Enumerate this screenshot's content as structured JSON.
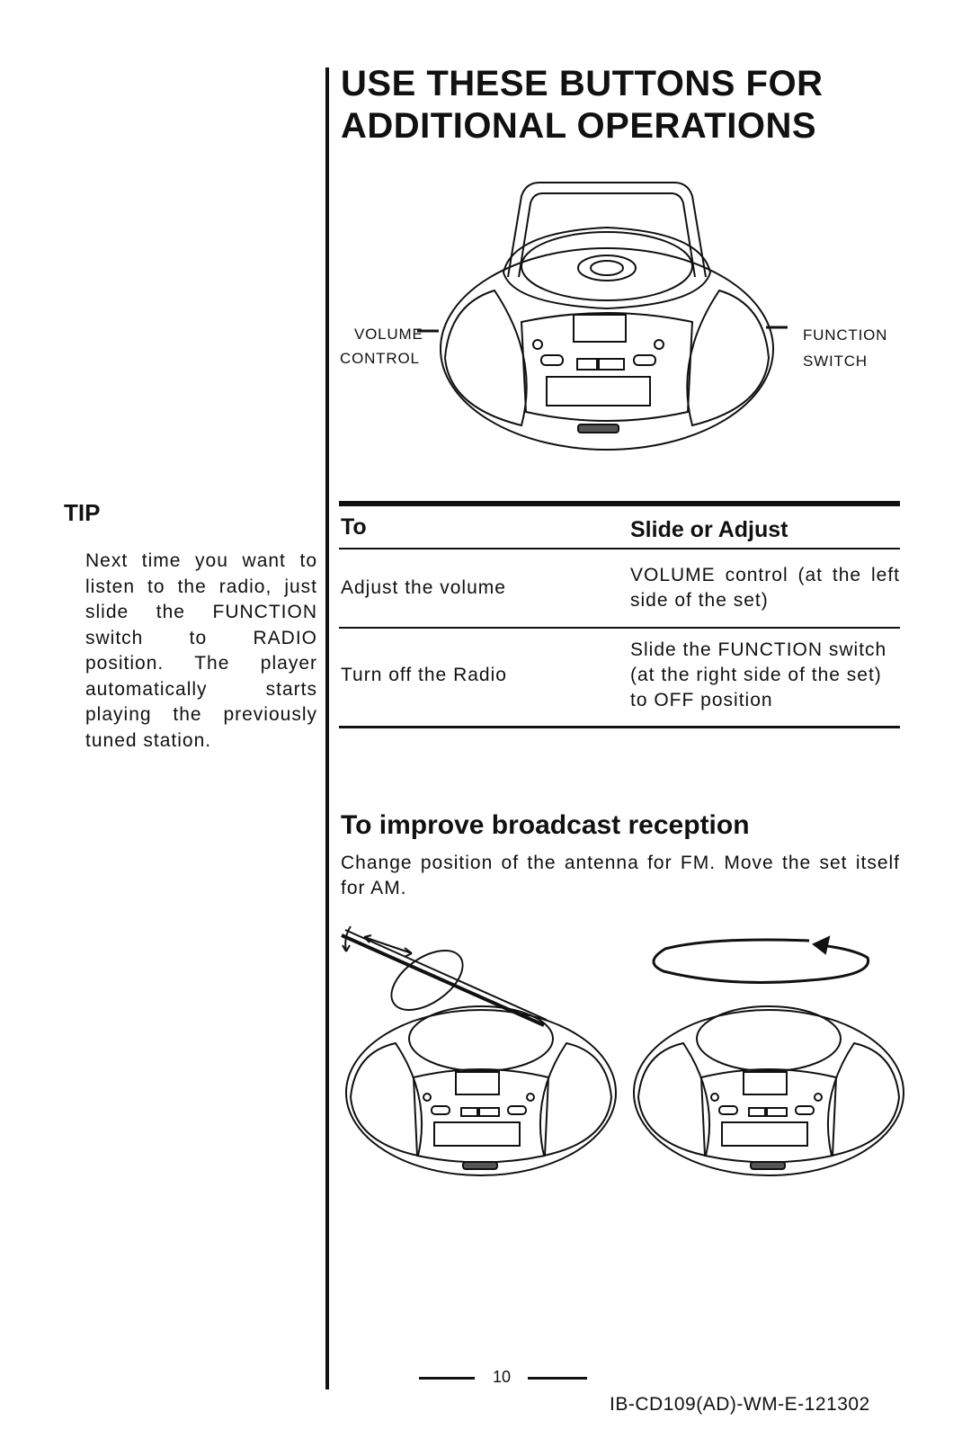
{
  "header": {
    "title_line1": "USE THESE BUTTONS FOR",
    "title_line2": "ADDITIONAL OPERATIONS"
  },
  "diagram": {
    "left_label_line1": "VOLUME",
    "left_label_line2": "CONTROL",
    "right_label_line1": "FUNCTION",
    "right_label_line2": "SWITCH"
  },
  "tip": {
    "heading": "TIP",
    "text": "Next time you want to listen to the radio, just slide the FUNCTION switch to RADIO position. The player automatically starts playing the previously tuned station."
  },
  "table": {
    "col1_header": "To",
    "col2_header": "Slide or Adjust",
    "rows": [
      {
        "to": "Adjust the volume",
        "action": "VOLUME control (at the left side of the set)"
      },
      {
        "to": "Turn off the Radio",
        "action": "Slide the FUNCTION switch (at the right side of the set) to OFF position"
      }
    ]
  },
  "reception": {
    "heading": "To improve broadcast reception",
    "text": "Change position of the antenna for FM. Move the set itself for AM."
  },
  "footer": {
    "page_number": "10",
    "doc_code": "IB-CD109(AD)-WM-E-121302"
  }
}
